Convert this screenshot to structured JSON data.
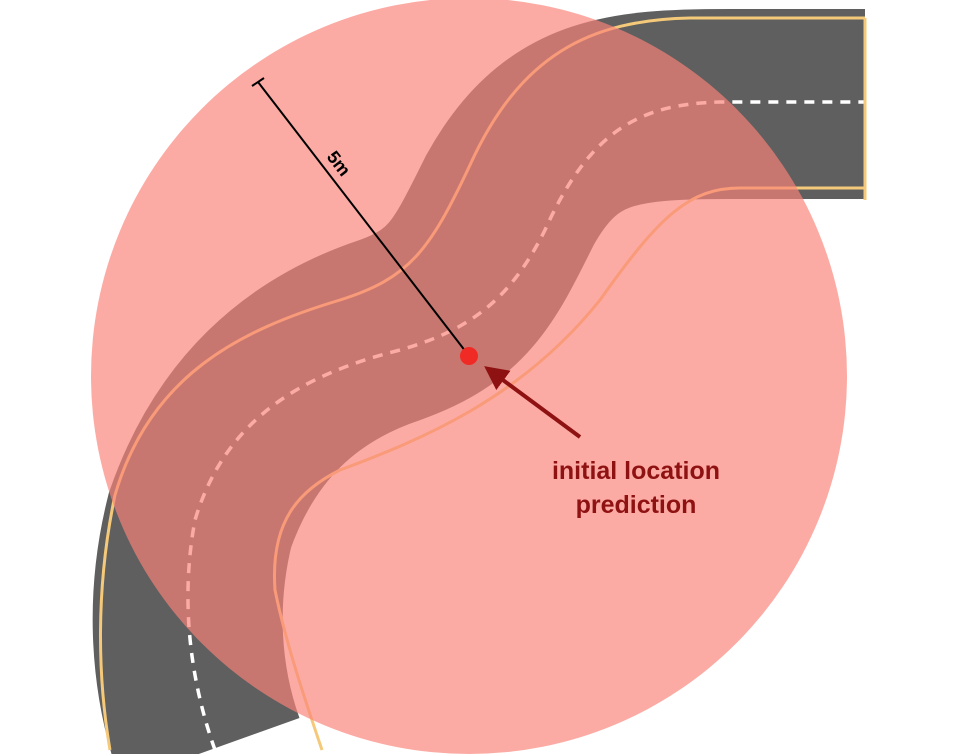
{
  "diagram": {
    "radius_label": "5m",
    "prediction_label_line1": "initial location",
    "prediction_label_line2": "prediction",
    "colors": {
      "road": "#5f5f5f",
      "road_edge_line": "#f5c97a",
      "center_dash": "#ffffff",
      "uncertainty_circle": "#fa8379",
      "prediction_point": "#f02a24",
      "arrow": "#8f1212",
      "label": "#8f1212",
      "radius_line": "#000000"
    },
    "icons": {
      "arrow": "arrow-icon",
      "point": "location-point-icon"
    }
  }
}
